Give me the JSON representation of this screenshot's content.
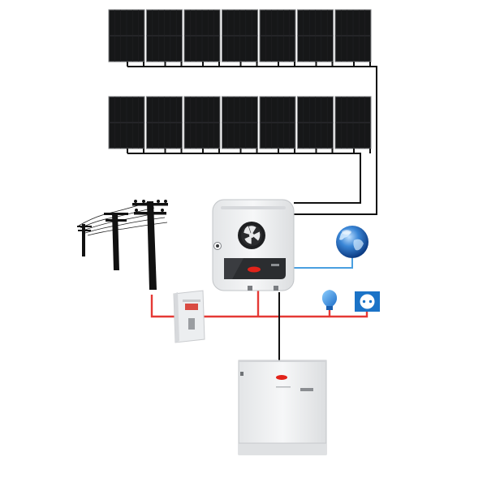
{
  "diagram": {
    "panel_rows": [
      {
        "name": "panel-row-1",
        "panel_count": 7
      },
      {
        "name": "panel-row-2",
        "panel_count": 7
      }
    ],
    "components": {
      "inverter": {
        "icon": "hybrid-inverter-icon"
      },
      "smart_meter": {
        "icon": "smart-meter-icon"
      },
      "battery": {
        "icon": "battery-storage-icon"
      },
      "grid": {
        "icon": "utility-pole-icon"
      },
      "internet": {
        "icon": "globe-icon"
      },
      "lighting": {
        "icon": "light-bulb-icon"
      },
      "socket": {
        "icon": "power-socket-icon"
      }
    },
    "colors": {
      "dc_line": "#111111",
      "ac_line": "#e53935",
      "data_line": "#4a9fe0",
      "panel_fill": "#161718",
      "panel_frame": "#7d7f82",
      "device_body": "#eef0f1",
      "brand_accent": "#e2231a",
      "socket_blue": "#1b73c7"
    }
  }
}
